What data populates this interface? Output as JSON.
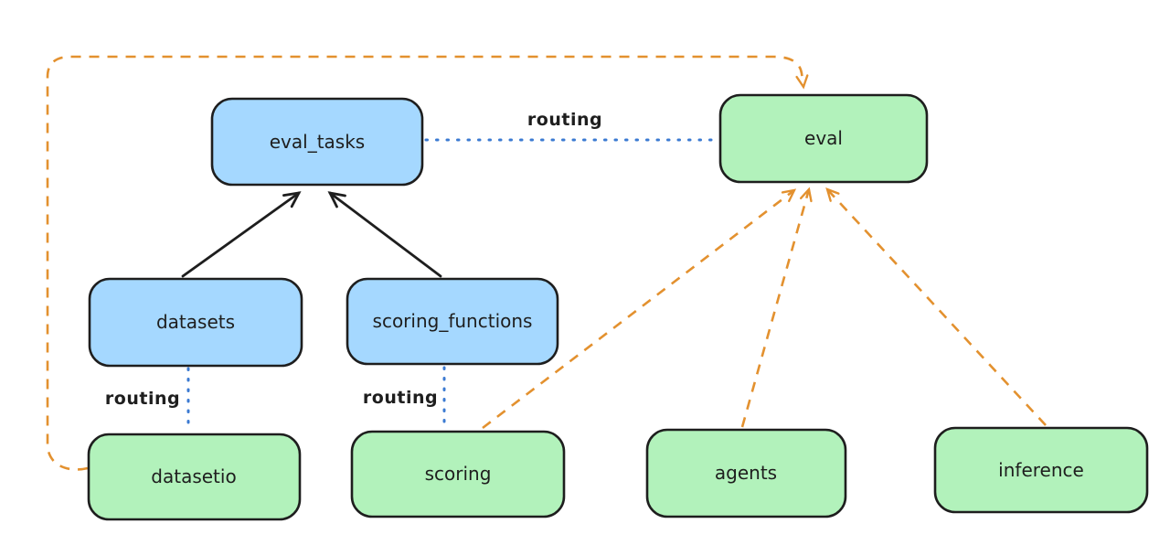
{
  "diagram": {
    "kind": "architecture-graph",
    "background": "#ffffff",
    "nodes": {
      "eval_tasks": {
        "label": "eval_tasks",
        "group": "resource"
      },
      "eval": {
        "label": "eval",
        "group": "provider"
      },
      "datasets": {
        "label": "datasets",
        "group": "resource"
      },
      "scoring_functions": {
        "label": "scoring_functions",
        "group": "resource"
      },
      "datasetio": {
        "label": "datasetio",
        "group": "provider"
      },
      "scoring": {
        "label": "scoring",
        "group": "provider"
      },
      "agents": {
        "label": "agents",
        "group": "provider"
      },
      "inference": {
        "label": "inference",
        "group": "provider"
      }
    },
    "edge_labels": {
      "routing_top": "routing",
      "routing_left": "routing",
      "routing_mid": "routing"
    },
    "edges": [
      {
        "from": "datasets",
        "to": "eval_tasks",
        "style": "solid-black-arrow"
      },
      {
        "from": "scoring_functions",
        "to": "eval_tasks",
        "style": "solid-black-arrow"
      },
      {
        "from": "eval_tasks",
        "to": "eval",
        "style": "dotted-blue",
        "label": "routing"
      },
      {
        "from": "datasets",
        "to": "datasetio",
        "style": "dotted-blue",
        "label": "routing"
      },
      {
        "from": "scoring_functions",
        "to": "scoring",
        "style": "dotted-blue",
        "label": "routing"
      },
      {
        "from": "datasetio",
        "to": "eval",
        "style": "dashed-orange-arrow"
      },
      {
        "from": "scoring",
        "to": "eval",
        "style": "dashed-orange-arrow"
      },
      {
        "from": "agents",
        "to": "eval",
        "style": "dashed-orange-arrow"
      },
      {
        "from": "inference",
        "to": "eval",
        "style": "dashed-orange-arrow"
      }
    ],
    "colors": {
      "resource_fill": "#a5d8ff",
      "provider_fill": "#b2f2bb",
      "node_stroke": "#1e1e1e",
      "black_edge": "#1e1e1e",
      "blue_edge": "#3b7ad2",
      "orange_edge": "#e3912f"
    }
  }
}
